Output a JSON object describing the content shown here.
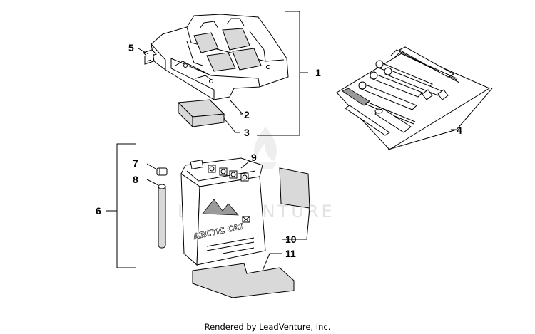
{
  "callouts": {
    "c1": "1",
    "c2": "2",
    "c3": "3",
    "c4": "4",
    "c5": "5",
    "c6": "6",
    "c7": "7",
    "c8": "8",
    "c9": "9",
    "c10": "10",
    "c11": "11"
  },
  "watermark": {
    "text": "LEADVENTURE"
  },
  "battery": {
    "brand": "ARCTIC CAT"
  },
  "footer": {
    "text": "Rendered by LeadVenture, Inc."
  }
}
